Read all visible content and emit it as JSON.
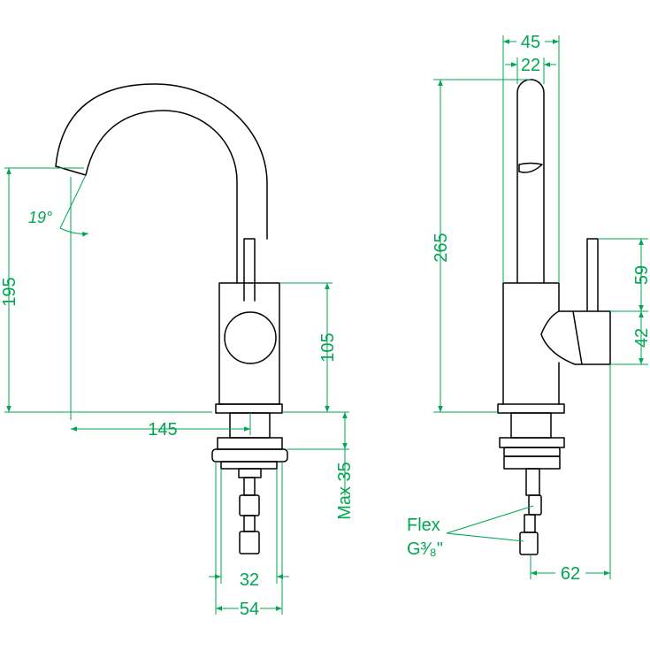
{
  "diagram": {
    "colors": {
      "line": "#000000",
      "dimension": "#00a651",
      "background": "#ffffff"
    },
    "front_view": {
      "angle": "19°",
      "height": "195",
      "body_height": "105",
      "reach": "145",
      "max_depth": "Max 35",
      "shank": "32",
      "base": "54"
    },
    "side_view": {
      "width": "45",
      "spout_width": "22",
      "height": "265",
      "lever_height": "59",
      "lever_body": "42",
      "lever_reach": "62",
      "hose_label": "Flex",
      "thread_label": "G³⁄₈\""
    }
  }
}
